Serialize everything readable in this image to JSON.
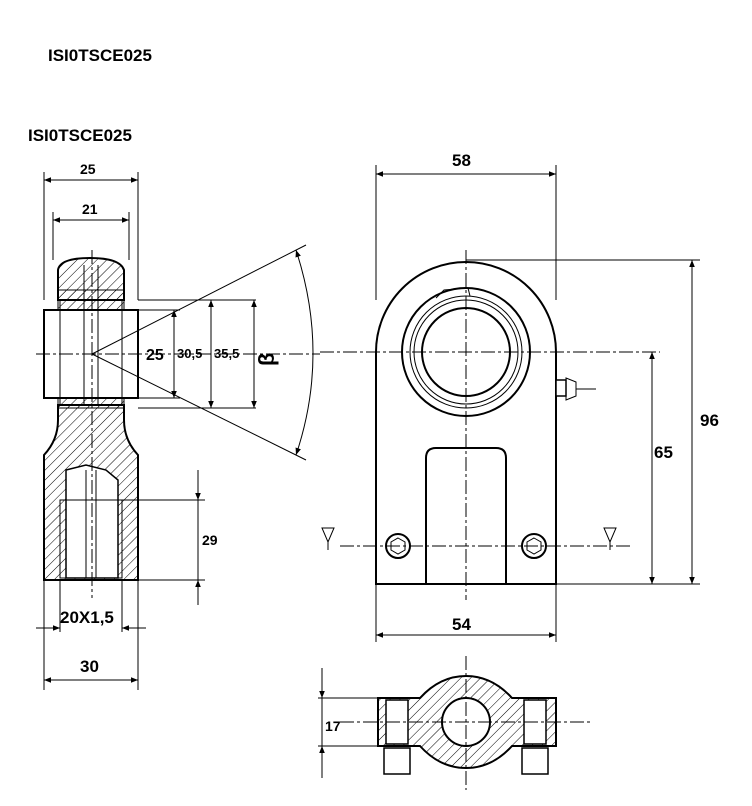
{
  "header": {
    "part_code": "ISI0TSCE025"
  },
  "drawing": {
    "title": "ISI0TSCE025",
    "side_view": {
      "width_outer": "25",
      "width_inner": "21",
      "bore": "25",
      "dia_1": "30,5",
      "dia_2": "35,5",
      "angle_symbol": "β",
      "thread_depth": "29",
      "thread": "20X1,5",
      "body_width": "30"
    },
    "front_view": {
      "width_top": "58",
      "width_bottom": "54",
      "height_center": "65",
      "height_total": "96"
    },
    "bottom_view": {
      "thickness": "17"
    }
  }
}
